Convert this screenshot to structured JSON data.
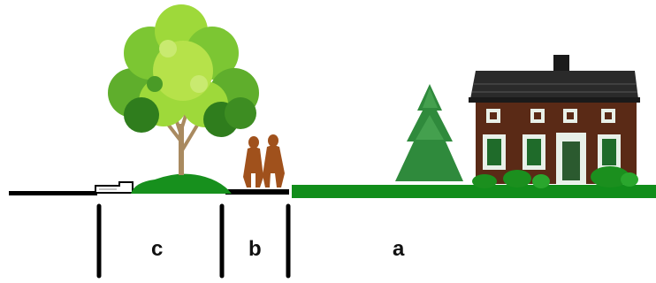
{
  "zones": [
    {
      "id": "c",
      "label": "c"
    },
    {
      "id": "b",
      "label": "b"
    },
    {
      "id": "a",
      "label": "a"
    }
  ],
  "colors": {
    "ground_line": "#000000",
    "lawn": "#118d1a",
    "berm": "#17901d",
    "tree_foliage_light": "#9ed93a",
    "tree_foliage_mid": "#5fae2c",
    "tree_foliage_dark": "#2f7d1d",
    "tree_trunk": "#a98a60",
    "people": "#a0511c",
    "evergreen": "#2f8a3c",
    "house_brick": "#5a2a16",
    "house_roof": "#2a2a2a",
    "house_trim": "#e8f0e8",
    "shrubs": "#1b8f1e"
  },
  "icons": [
    "deciduous-tree-icon",
    "walking-people-icon",
    "evergreen-tree-icon",
    "house-icon",
    "curb-icon"
  ]
}
